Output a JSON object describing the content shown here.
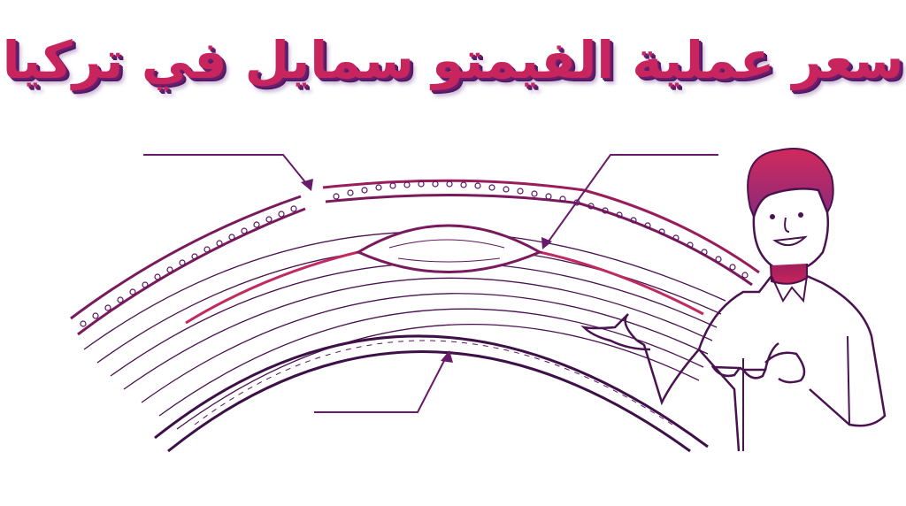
{
  "title": "سعر عملية الفيمتو سمايل في تركيا",
  "colors": {
    "title_fill": "#c8245e",
    "title_shadow": "#5a1a66",
    "line_dark": "#4a1250",
    "line_accent": "#9a1c5a",
    "highlight": "#c02a60"
  },
  "diagram": {
    "subject": "cornea cross-section with SMILE lenticule",
    "callouts": [
      {
        "name": "epithelium-incision-callout",
        "label": ""
      },
      {
        "name": "lenticule-callout",
        "label": ""
      },
      {
        "name": "endothelium-callout",
        "label": ""
      }
    ],
    "figure": "man-presenting-holding-glasses"
  }
}
